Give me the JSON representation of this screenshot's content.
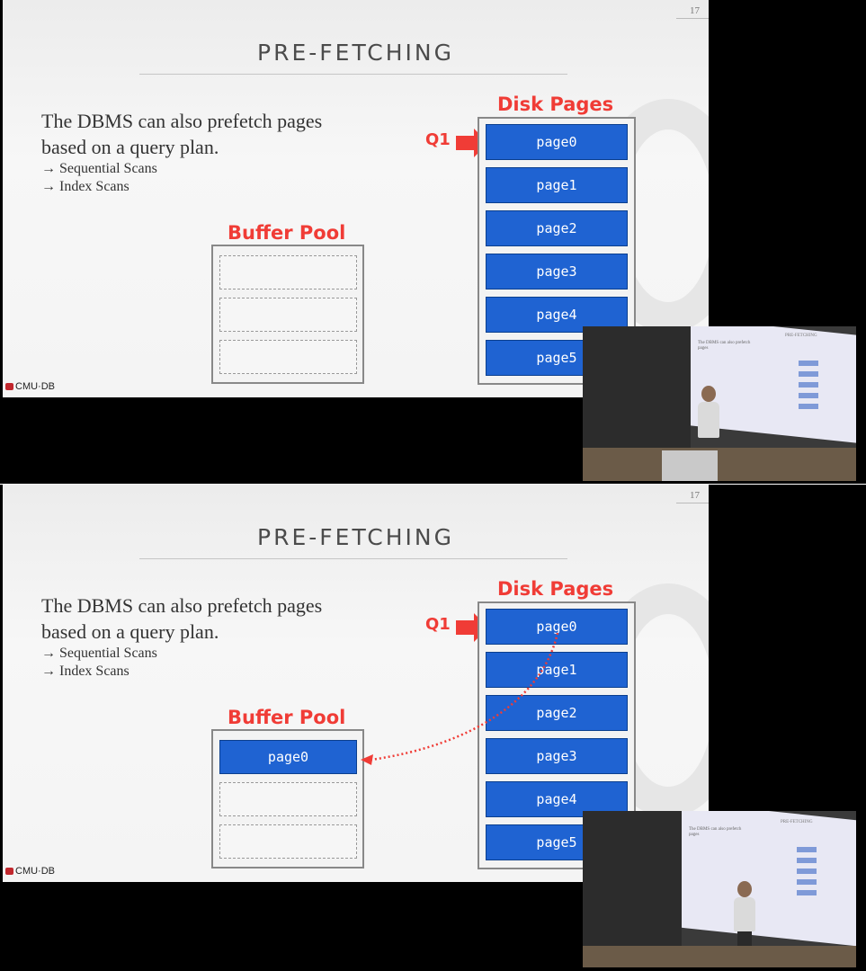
{
  "slides": [
    {
      "slide_number": "17",
      "title": "PRE-FETCHING",
      "text_line1": "The DBMS can also prefetch pages",
      "text_line2": "based on a query plan.",
      "bullets": [
        "→ Sequential Scans",
        "→ Index Scans"
      ],
      "buffer_pool_label": "Buffer Pool",
      "disk_pages_label": "Disk Pages",
      "query_label": "Q1",
      "buffer_pool_slots": [
        "",
        "",
        ""
      ],
      "disk_pages": [
        "page0",
        "page1",
        "page2",
        "page3",
        "page4",
        "page5"
      ],
      "logo_text": "CMU·DB"
    },
    {
      "slide_number": "17",
      "title": "PRE-FETCHING",
      "text_line1": "The DBMS can also prefetch pages",
      "text_line2": "based on a query plan.",
      "bullets": [
        "→ Sequential Scans",
        "→ Index Scans"
      ],
      "buffer_pool_label": "Buffer Pool",
      "disk_pages_label": "Disk Pages",
      "query_label": "Q1",
      "buffer_pool_slots": [
        "page0",
        "",
        ""
      ],
      "disk_pages": [
        "page0",
        "page1",
        "page2",
        "page3",
        "page4",
        "page5"
      ],
      "logo_text": "CMU·DB"
    }
  ],
  "colors": {
    "accent_red": "#f03c36",
    "page_blue": "#1f63d2",
    "slide_bg": "#f4f4f4"
  }
}
